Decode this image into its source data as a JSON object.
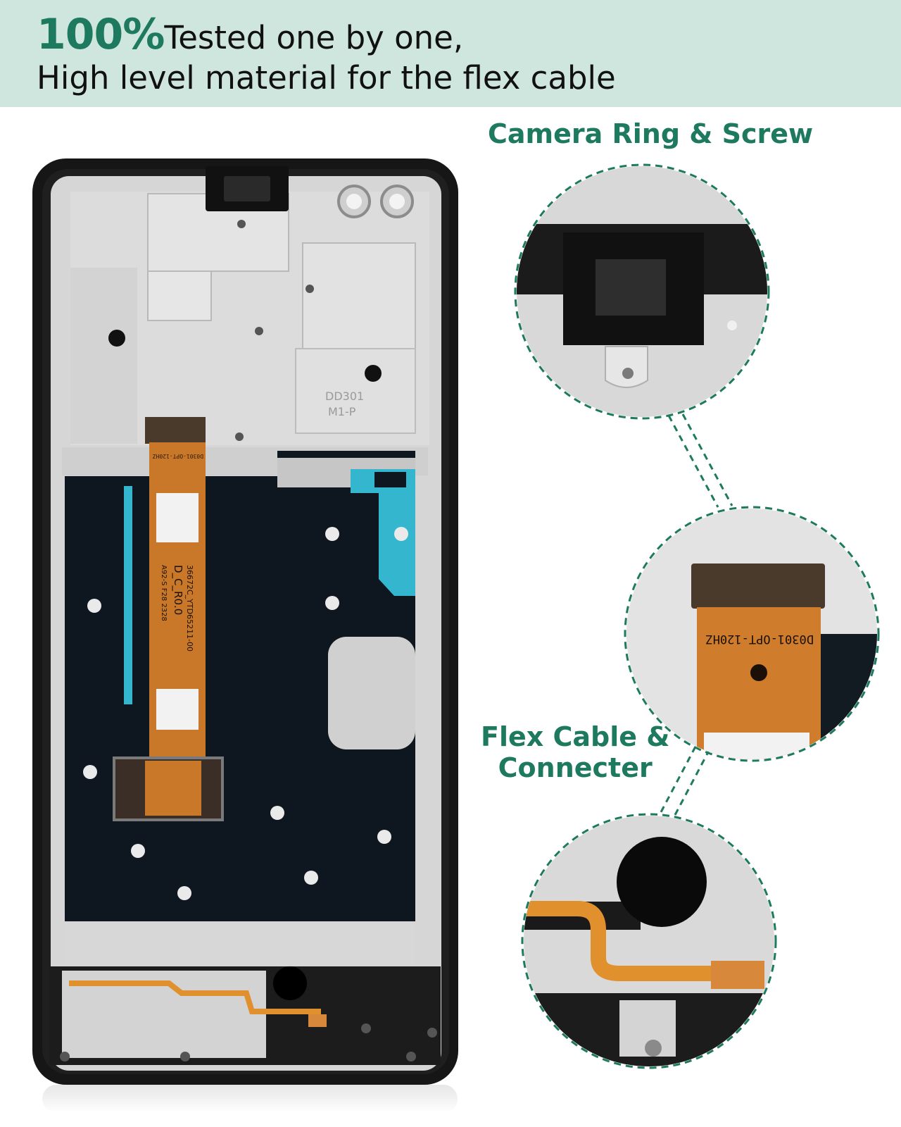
{
  "banner": {
    "highlight": "100%",
    "line1": "Tested one by one,",
    "line2": "High level material for the flex cable"
  },
  "callouts": {
    "camera": "Camera Ring & Screw",
    "flex_line1": "Flex Cable &",
    "flex_line2": "Connecter"
  },
  "cable_text": {
    "part_code": "D0301-OPT-120HZ",
    "model_1": "36672C_YTD65211-00",
    "model_2": "D_C_R0.0",
    "model_3": "A92-S F28 2328",
    "stamp_1": "DD301",
    "stamp_2": "M1-P"
  },
  "colors": {
    "accent": "#1e7a5e",
    "banner_bg": "#cfe6de",
    "frame": "#1a1a1a",
    "metal": "#d9d9d9",
    "panel": "#0d1720",
    "flex": "#c9782a",
    "cyan_tape": "#34b6cf"
  }
}
